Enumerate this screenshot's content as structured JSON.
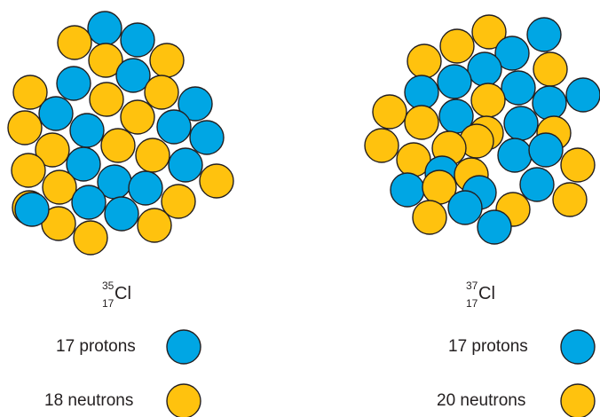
{
  "isotopes": [
    {
      "mass_number": "35",
      "atomic_number": "17",
      "symbol": "Cl",
      "protons_label": "17 protons",
      "neutrons_label": "18 neutrons"
    },
    {
      "mass_number": "37",
      "atomic_number": "17",
      "symbol": "Cl",
      "protons_label": "17 protons",
      "neutrons_label": "20 neutrons"
    }
  ],
  "colors": {
    "proton": "#00a6e4",
    "neutron": "#ffc20e",
    "outline": "#231f20"
  },
  "nuclei": [
    {
      "name": "cl-35-nucleus",
      "particles": [
        "P",
        "P",
        "N",
        "N",
        "P",
        "N",
        "N",
        "P",
        "N",
        "P",
        "N",
        "P",
        "N",
        "N",
        "P",
        "P",
        "P",
        "N",
        "N",
        "N",
        "P",
        "N",
        "P",
        "N",
        "N",
        "P",
        "P",
        "N",
        "N",
        "P",
        "P",
        "N",
        "N",
        "N",
        "P"
      ]
    },
    {
      "name": "cl-37-nucleus",
      "particles": [
        "N",
        "P",
        "N",
        "P",
        "N",
        "P",
        "N",
        "P",
        "P",
        "P",
        "N",
        "N",
        "N",
        "P",
        "P",
        "P",
        "N",
        "P",
        "N",
        "N",
        "N",
        "N",
        "P",
        "N",
        "P",
        "N",
        "P",
        "N",
        "P",
        "N",
        "P",
        "N",
        "P",
        "N",
        "N",
        "P",
        "P"
      ]
    }
  ]
}
